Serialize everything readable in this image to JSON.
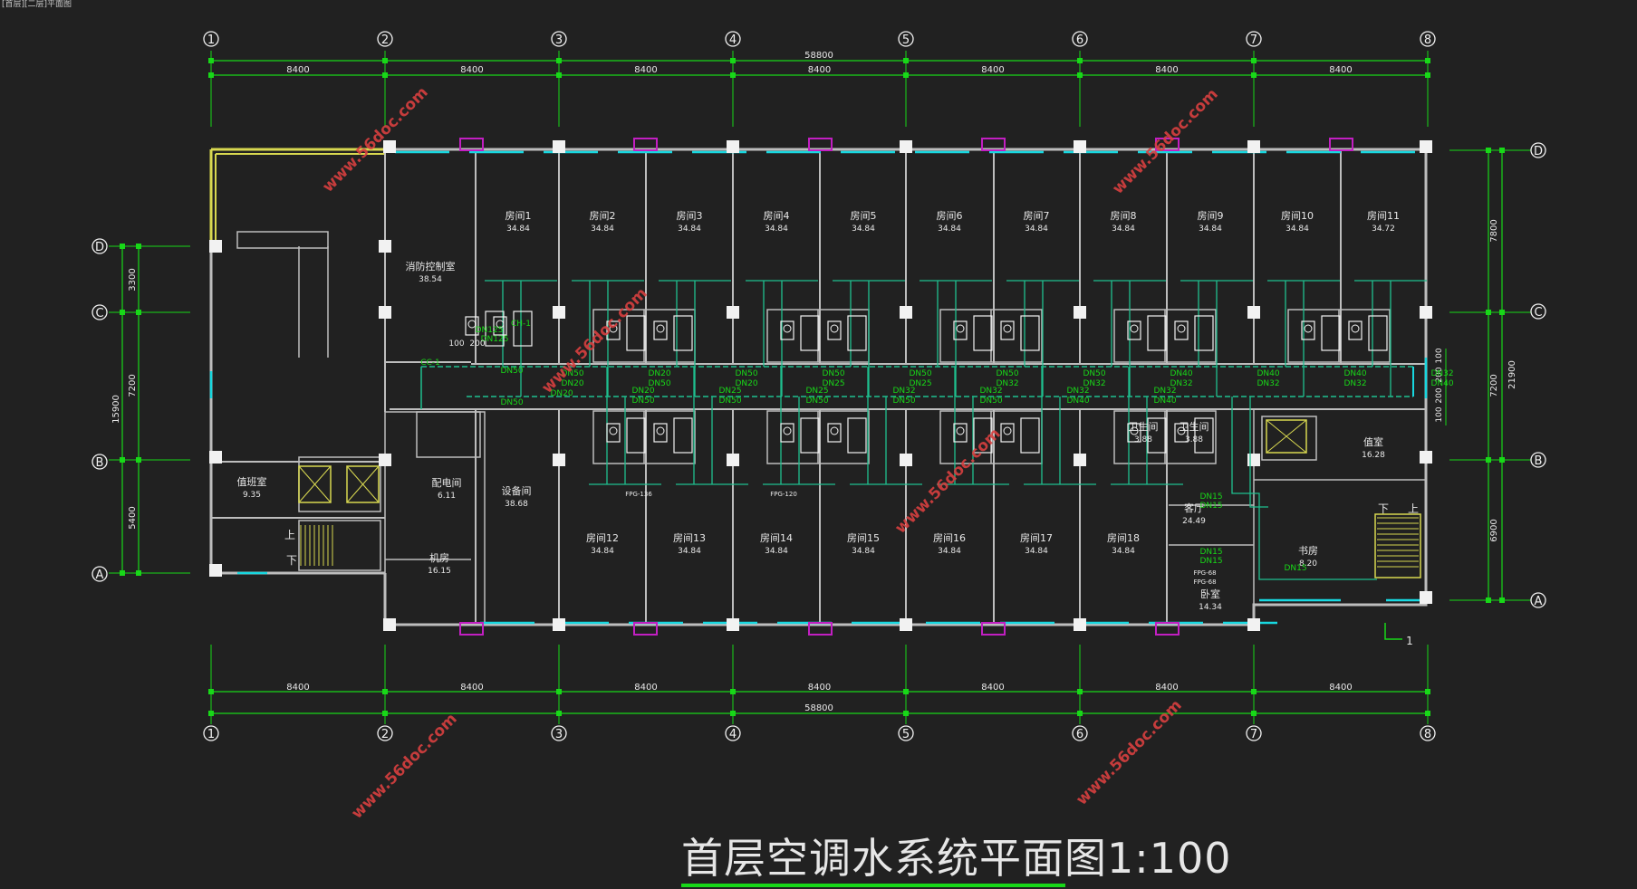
{
  "header_note": "[首层][二层]平面图",
  "title": "首层空调水系统平面图1:100",
  "section_mark": "1",
  "watermark": "www.56doc.com",
  "grid": {
    "columns": [
      "1",
      "2",
      "3",
      "4",
      "5",
      "6",
      "7",
      "8"
    ],
    "rows_left": [
      "D",
      "C",
      "B",
      "A"
    ],
    "rows_right": [
      "D",
      "C",
      "B",
      "A"
    ]
  },
  "dimensions": {
    "top_total": "58800",
    "bottom_total": "58800",
    "spans": [
      "8400",
      "8400",
      "8400",
      "8400",
      "8400",
      "8400",
      "8400"
    ],
    "left_inner": [
      "3300",
      "7200",
      "5400"
    ],
    "left_total": "15900",
    "right_inner": [
      "7800",
      "7200",
      "6900"
    ],
    "right_total": "21900",
    "right_small": [
      "100",
      "200",
      "200",
      "100"
    ]
  },
  "rooms": [
    {
      "name": "房间1",
      "area": "34.84"
    },
    {
      "name": "房间2",
      "area": "34.84"
    },
    {
      "name": "房间3",
      "area": "34.84"
    },
    {
      "name": "房间4",
      "area": "34.84"
    },
    {
      "name": "房间5",
      "area": "34.84"
    },
    {
      "name": "房间6",
      "area": "34.84"
    },
    {
      "name": "房间7",
      "area": "34.84"
    },
    {
      "name": "房间8",
      "area": "34.84"
    },
    {
      "name": "房间9",
      "area": "34.84"
    },
    {
      "name": "房间10",
      "area": "34.84"
    },
    {
      "name": "房间11",
      "area": "34.72"
    },
    {
      "name": "房间12",
      "area": "34.84"
    },
    {
      "name": "房间13",
      "area": "34.84"
    },
    {
      "name": "房间14",
      "area": "34.84"
    },
    {
      "name": "房间15",
      "area": "34.84"
    },
    {
      "name": "房间16",
      "area": "34.84"
    },
    {
      "name": "房间17",
      "area": "34.84"
    },
    {
      "name": "房间18",
      "area": "34.84"
    },
    {
      "name": "消防控制室",
      "area": "38.54"
    },
    {
      "name": "值班室",
      "area": "9.35"
    },
    {
      "name": "配电间",
      "area": "6.11"
    },
    {
      "name": "设备间",
      "area": "38.68"
    },
    {
      "name": "机房",
      "area": "16.15"
    },
    {
      "name": "客厅",
      "area": "24.49"
    },
    {
      "name": "卧室",
      "area": "14.34"
    },
    {
      "name": "书房",
      "area": "8.20"
    },
    {
      "name": "值室",
      "area": "16.28"
    },
    {
      "name": "卫生间",
      "area": "3.88"
    },
    {
      "name": "卫生间",
      "area": "3.88"
    }
  ],
  "stairs": [
    "上",
    "下",
    "下",
    "上"
  ],
  "pipes": {
    "main_labels": [
      "DN50",
      "DN50",
      "DN125",
      "CC-1",
      "CH-1",
      "DN125"
    ],
    "misc_small": [
      "100",
      "200"
    ],
    "riser_upper": [
      [
        "DN50",
        "DN20"
      ],
      [
        "DN20",
        "DN50"
      ],
      [
        "DN50",
        "DN20"
      ],
      [
        "DN50",
        "DN25"
      ],
      [
        "DN50",
        "DN25"
      ],
      [
        "DN50",
        "DN32"
      ],
      [
        "DN50",
        "DN32"
      ],
      [
        "DN40",
        "DN32"
      ],
      [
        "DN40",
        "DN32"
      ],
      [
        "DN40",
        "DN32"
      ],
      [
        "DN32",
        "DN40"
      ]
    ],
    "riser_lower": [
      [
        "DN20",
        "DN50"
      ],
      [
        "DN25",
        "DN50"
      ],
      [
        "DN25",
        "DN50"
      ],
      [
        "DN32",
        "DN50"
      ],
      [
        "DN32",
        "DN50"
      ],
      [
        "DN32",
        "DN40"
      ],
      [
        "DN32",
        "DN40"
      ]
    ],
    "branch": "DN20",
    "east": [
      "DN15",
      "DN15",
      "DN15",
      "DN15",
      "DN15"
    ],
    "fan_coils": [
      "FPG-136",
      "FPG-120",
      "FPG-68",
      "FPG-68"
    ]
  }
}
